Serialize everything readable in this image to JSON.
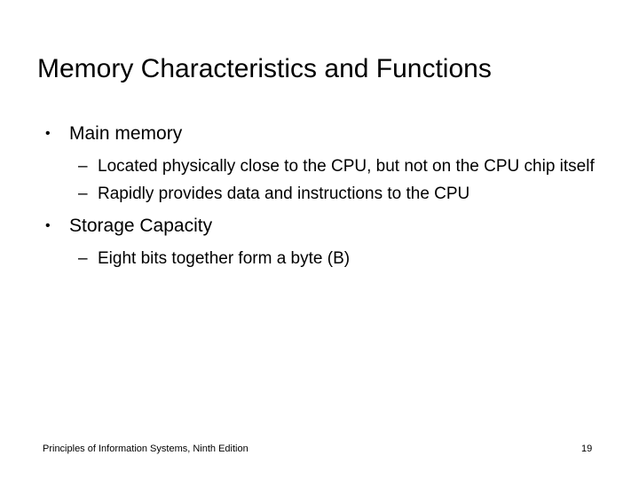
{
  "slide": {
    "title": "Memory Characteristics and Functions",
    "background_color": "#ffffff",
    "text_color": "#000000",
    "bullet_glyph": "•",
    "subbullet_glyph": "–",
    "groups": [
      {
        "heading": "Main memory",
        "items": [
          "Located physically close to the CPU, but not on the CPU chip itself",
          "Rapidly provides data and instructions to the CPU"
        ]
      },
      {
        "heading": "Storage Capacity",
        "items": [
          "Eight bits together form a byte (B)"
        ]
      }
    ]
  },
  "footer": {
    "source": "Principles of Information Systems, Ninth Edition",
    "page_number": "19"
  }
}
